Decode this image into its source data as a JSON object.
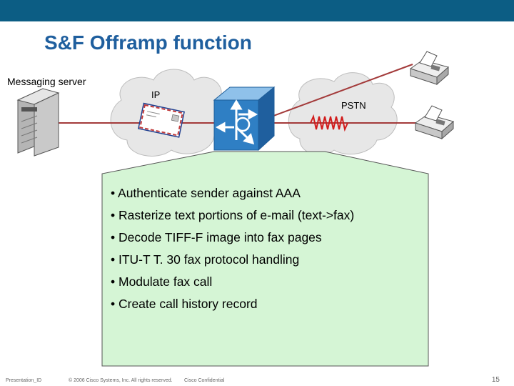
{
  "slide": {
    "title": "S&F Offramp function",
    "colors": {
      "topbar": "#0c5d84",
      "title": "#1f5f9e",
      "link": "#a33a3a",
      "callout_fill": "#d5f5d5",
      "router": "#2f7fc4",
      "signal": "#d11b1b"
    }
  },
  "diagram": {
    "server_label": "Messaging server",
    "ip_cloud_label": "IP",
    "pstn_cloud_label": "PSTN",
    "icons": [
      "server-icon",
      "email-envelope-icon",
      "router-icon",
      "fax-machine-icon",
      "fax-machine-icon",
      "modem-signal-icon"
    ]
  },
  "callout": {
    "bullets": [
      "• Authenticate sender against AAA",
      "• Rasterize text portions of e-mail (text->fax)",
      "• Decode TIFF-F image into fax pages",
      "• ITU-T T. 30 fax protocol handling",
      "• Modulate fax call",
      "• Create call history record"
    ]
  },
  "footer": {
    "presentation_id": "Presentation_ID",
    "copyright": "© 2006 Cisco Systems, Inc. All rights reserved.",
    "confidential": "Cisco Confidential",
    "page_number": "15"
  }
}
